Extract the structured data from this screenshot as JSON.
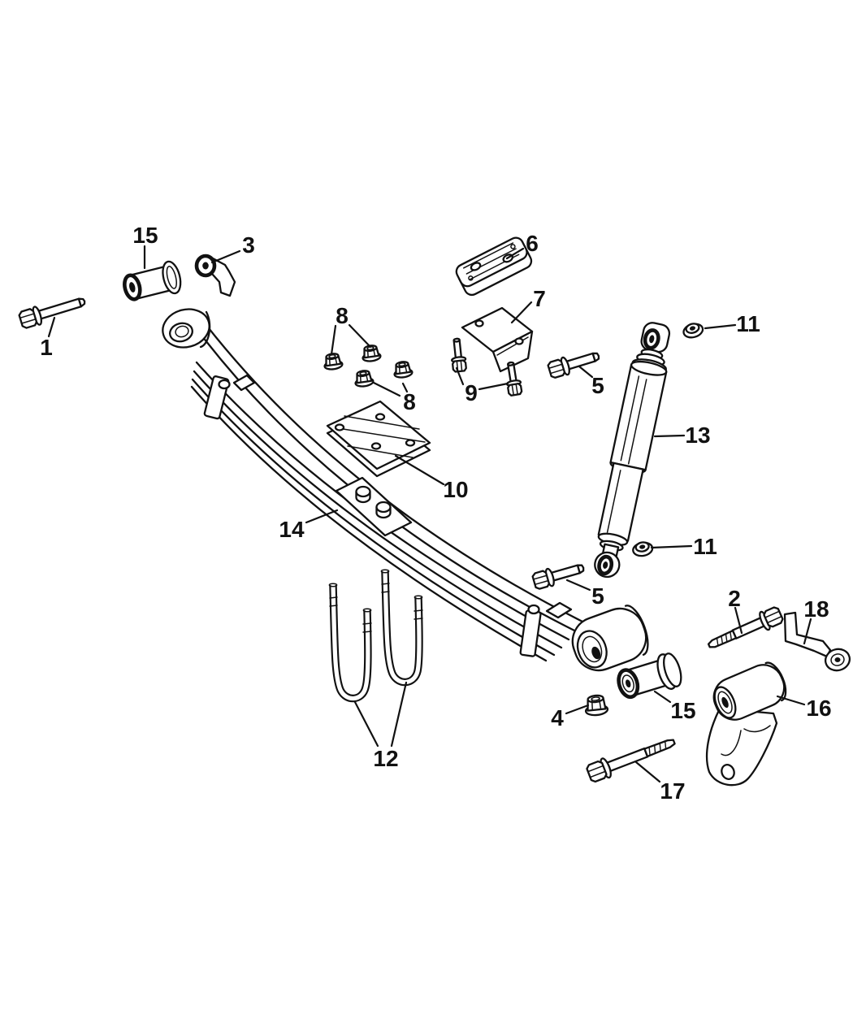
{
  "diagram": {
    "title": "Rear leaf spring suspension exploded parts diagram",
    "background_color": "#ffffff",
    "line_color": "#111111",
    "callouts": [
      {
        "label": "15",
        "part": "spring-eye-bushing-front"
      },
      {
        "label": "3",
        "part": "retainer-clip"
      },
      {
        "label": "1",
        "part": "front-pivot-bolt"
      },
      {
        "label": "6",
        "part": "axle-spacer-block"
      },
      {
        "label": "7",
        "part": "bump-stop-bracket"
      },
      {
        "label": "8",
        "part": "u-bolt-nuts-upper-pair"
      },
      {
        "label": "8",
        "part": "u-bolt-nuts-lower-pair"
      },
      {
        "label": "9",
        "part": "bracket-bolts"
      },
      {
        "label": "11",
        "part": "shock-nut-upper"
      },
      {
        "label": "5",
        "part": "shock-bolt-upper"
      },
      {
        "label": "13",
        "part": "shock-absorber"
      },
      {
        "label": "10",
        "part": "spring-mounting-plate"
      },
      {
        "label": "14",
        "part": "leaf-spring"
      },
      {
        "label": "11",
        "part": "shock-nut-lower"
      },
      {
        "label": "5",
        "part": "shock-bolt-lower"
      },
      {
        "label": "2",
        "part": "rear-shackle-bolt"
      },
      {
        "label": "18",
        "part": "retainer-strap"
      },
      {
        "label": "12",
        "part": "u-bolts"
      },
      {
        "label": "15",
        "part": "spring-eye-bushing-rear"
      },
      {
        "label": "16",
        "part": "rear-shackle-bracket"
      },
      {
        "label": "4",
        "part": "rear-shackle-nut"
      },
      {
        "label": "17",
        "part": "rear-bracket-bolt"
      }
    ]
  }
}
